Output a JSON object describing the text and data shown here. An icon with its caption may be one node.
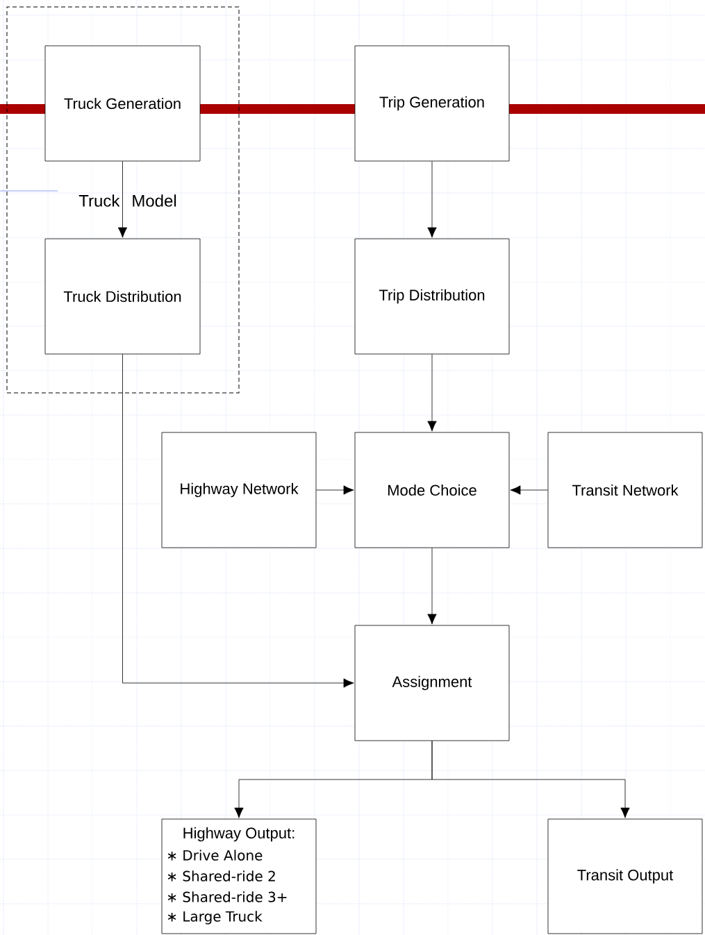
{
  "diagram": {
    "nodes": [
      {
        "text": [
          "Truck Model"
        ]
      },
      {
        "text": [
          "Truck Generation"
        ],
        "in": 0
      },
      {
        "text": [
          "Truck Distribution"
        ],
        "in": 0
      },
      {
        "text": [
          "Trip Generation"
        ]
      },
      {
        "text": [
          "Trip Distribution"
        ]
      },
      {
        "text": [
          "Highway Network"
        ]
      },
      {
        "text": [
          "Mode Choice"
        ]
      },
      {
        "text": [
          "Transit Network"
        ]
      },
      {
        "text": [
          "Assignment"
        ]
      },
      {
        "text": [
          "Highway Output:",
          "∗ Drive Alone",
          "∗ Shared-ride 2",
          "∗ Shared-ride 3+",
          "∗ Large Truck"
        ]
      },
      {
        "text": [
          "Transit Output"
        ]
      },
      {
        "text": [],
        "shape": "bar"
      }
    ],
    "edges": [
      {
        "from": 1,
        "to": 2,
        "arrow": "to"
      },
      {
        "from": 3,
        "to": 4,
        "arrow": "to"
      },
      {
        "from": 4,
        "to": 6,
        "arrow": "to"
      },
      {
        "from": 5,
        "to": 6,
        "arrow": "to"
      },
      {
        "from": 7,
        "to": 6,
        "arrow": "to"
      },
      {
        "from": 6,
        "to": 8,
        "arrow": "to"
      },
      {
        "from": 2,
        "to": 8,
        "arrow": "to"
      },
      {
        "from": 8,
        "to": 9,
        "arrow": "to"
      },
      {
        "from": 8,
        "to": 10,
        "arrow": "to"
      }
    ]
  }
}
